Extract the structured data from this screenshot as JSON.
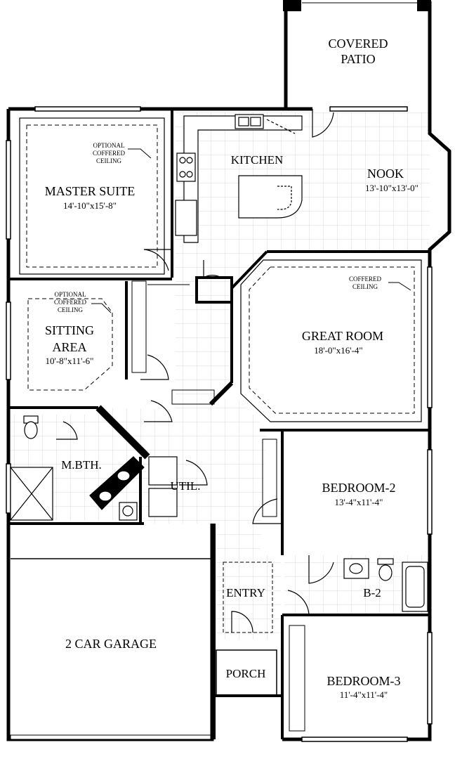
{
  "rooms": {
    "covered_patio": {
      "line1": "COVERED",
      "line2": "PATIO"
    },
    "master_suite": {
      "name": "MASTER SUITE",
      "dims": "14'-10\"x15'-8\""
    },
    "master_note": {
      "line1": "OPTIONAL",
      "line2": "COFFERED",
      "line3": "CEILING"
    },
    "kitchen": {
      "name": "KITCHEN"
    },
    "nook": {
      "name": "NOOK",
      "dims": "13'-10\"x13'-0\""
    },
    "sitting_area": {
      "line1": "SITTING",
      "line2": "AREA",
      "dims": "10'-8\"x11'-6\""
    },
    "sitting_note": {
      "line1": "OPTIONAL",
      "line2": "COFFERED",
      "line3": "CEILING"
    },
    "great_room": {
      "name": "GREAT ROOM",
      "dims": "18'-0\"x16'-4\""
    },
    "great_note": {
      "line1": "COFFERED",
      "line2": "CEILING"
    },
    "master_bath": {
      "name": "M.BTH."
    },
    "utility": {
      "name": "UTIL."
    },
    "bedroom_2": {
      "name": "BEDROOM-2",
      "dims": "13'-4\"x11'-4\""
    },
    "bath_2": {
      "name": "B-2"
    },
    "entry": {
      "name": "ENTRY"
    },
    "garage": {
      "name": "2 CAR GARAGE"
    },
    "porch": {
      "name": "PORCH"
    },
    "bedroom_3": {
      "name": "BEDROOM-3",
      "dims": "11'-4\"x11'-4\""
    }
  }
}
